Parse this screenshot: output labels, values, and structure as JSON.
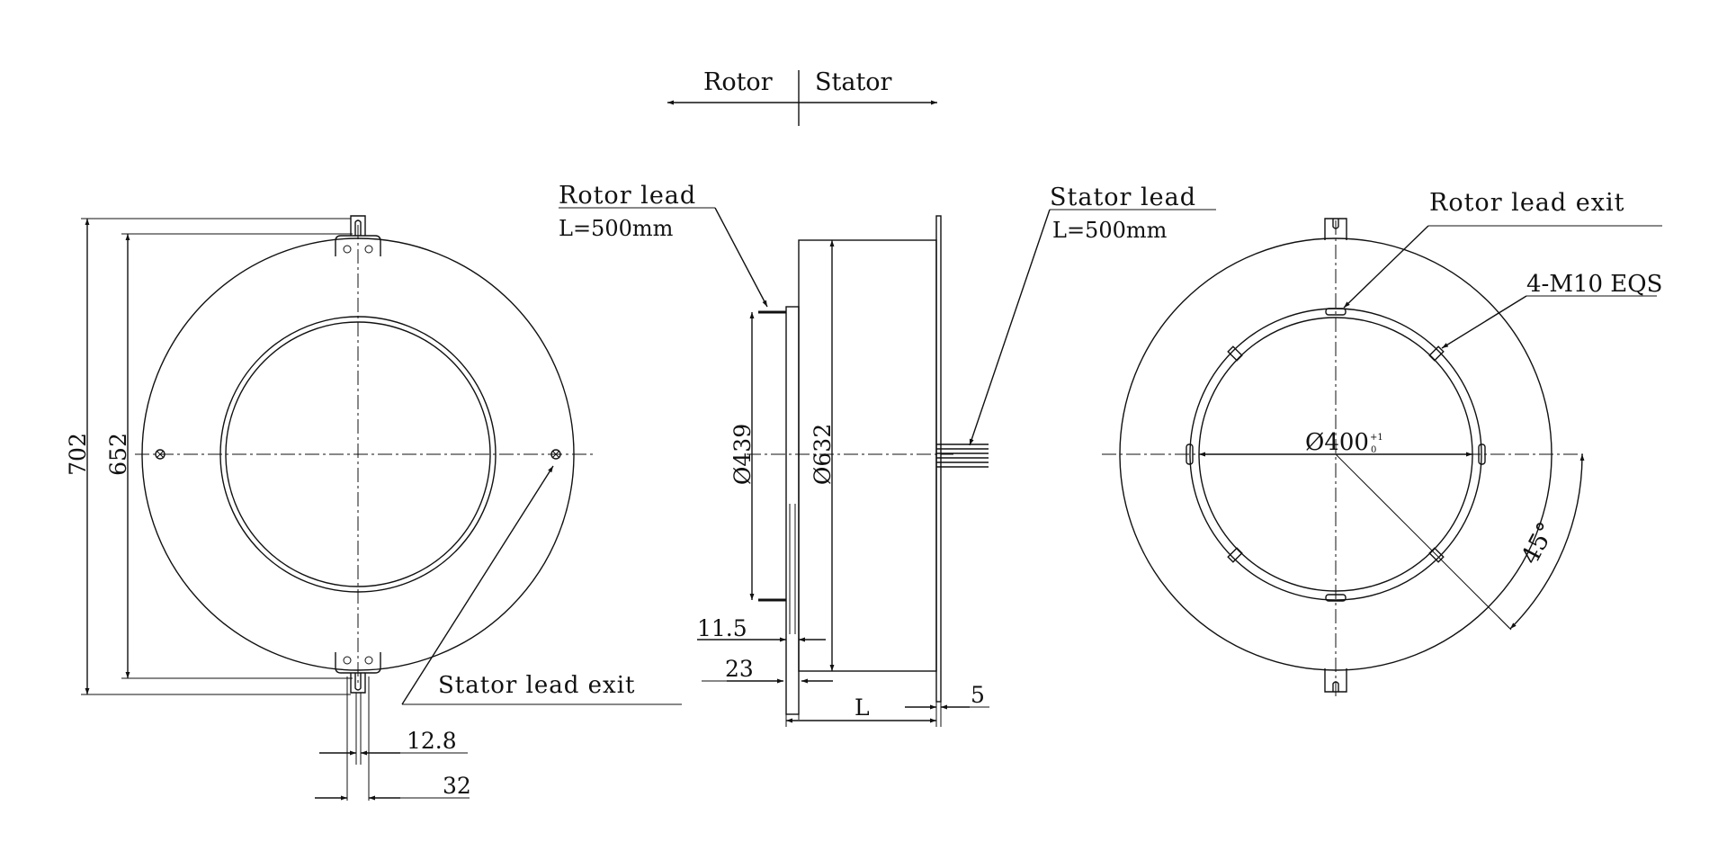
{
  "header": {
    "rotor_label": "Rotor",
    "stator_label": "Stator"
  },
  "front_view": {
    "dim_702": "702",
    "dim_652": "652",
    "dim_12_8": "12.8",
    "dim_32": "32",
    "stator_lead_exit": "Stator lead exit"
  },
  "side_view": {
    "rotor_lead_line1": "Rotor lead",
    "rotor_lead_line2": "L=500mm",
    "stator_lead_line1": "Stator lead",
    "stator_lead_line2": "L=500mm",
    "dim_439": "Ø439",
    "dim_632": "Ø632",
    "dim_11_5": "11.5",
    "dim_23": "23",
    "dim_L": "L",
    "dim_5": "5"
  },
  "rear_view": {
    "rotor_lead_exit": "Rotor lead exit",
    "bolt_spec": "4-M10 EQS",
    "bore_dim": "Ø400",
    "bore_tol_upper": "+1",
    "bore_tol_lower": "0",
    "angle": "45°"
  }
}
